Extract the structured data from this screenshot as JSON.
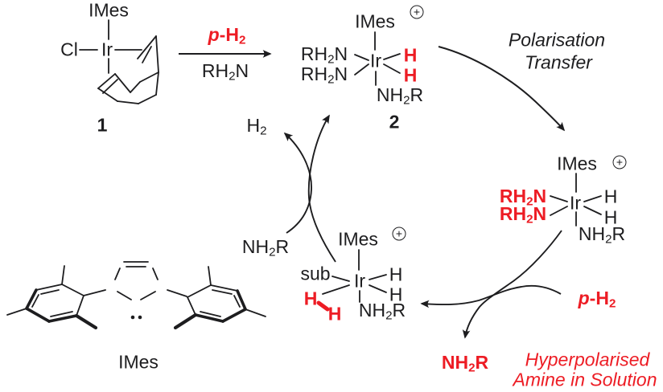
{
  "colors": {
    "ink": "#1d1d1f",
    "accent_red": "#ed1c24",
    "background": "#ffffff"
  },
  "labels": {
    "imes": "IMes",
    "ir": "Ir",
    "cl": "Cl",
    "h": "H",
    "sub_ligand": "sub",
    "charge": "+",
    "h2": {
      "a": "H",
      "sub": "2"
    },
    "rh2n": {
      "a": "RH",
      "sub": "2",
      "b": "N"
    },
    "nh2r": {
      "a": "NH",
      "sub": "2",
      "b": "R"
    },
    "ph2": {
      "p": "p",
      "dash": "-H",
      "sub": "2"
    }
  },
  "compounds": {
    "complex1_number": "1",
    "complex2_number": "2"
  },
  "annotations": {
    "polarisation_line1": "Polarisation",
    "polarisation_line2": "Transfer",
    "hyperpolarised_line1": "Hyperpolarised",
    "hyperpolarised_line2": "Amine in Solution"
  }
}
